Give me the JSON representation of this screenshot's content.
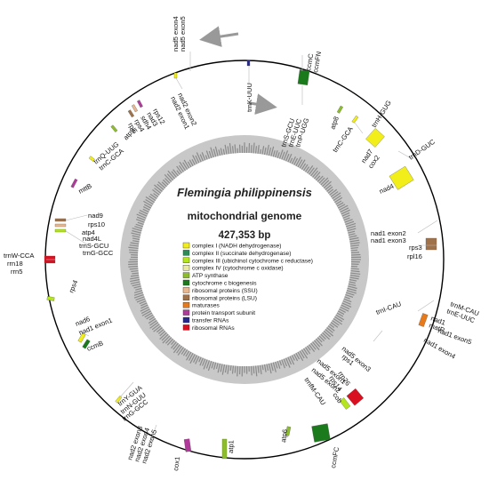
{
  "genome": {
    "species": "Flemingia philippinensis",
    "type": "mitochondrial genome",
    "size": "427,353 bp"
  },
  "colors": {
    "complex_I": "#f2ee1a",
    "complex_II": "#2e8b57",
    "complex_III": "#b5e61d",
    "complex_IV": "#e8eaa0",
    "atp_synthase": "#8cbe2a",
    "cyt_c_biogenesis": "#1b7a1b",
    "ribo_ssu": "#e8b890",
    "ribo_lsu": "#a0724a",
    "maturases": "#e87a1a",
    "protein_transport": "#b03a9a",
    "trna": "#28288c",
    "rrna": "#d81020",
    "gc_content": "#8a8a8a",
    "ring_fill": "#c8c8c8"
  },
  "legend": [
    {
      "key": "complex_I",
      "label": "complex I (NADH dehydrogenase)"
    },
    {
      "key": "complex_II",
      "label": "complex II (succinate dehydrogenase)"
    },
    {
      "key": "complex_III",
      "label": "complex III (ubichinol cytochrome c reductase)"
    },
    {
      "key": "complex_IV",
      "label": "complex IV (cytochrome c oxidase)"
    },
    {
      "key": "atp_synthase",
      "label": "ATP synthase"
    },
    {
      "key": "cyt_c_biogenesis",
      "label": "cytochrome c biogenesis"
    },
    {
      "key": "ribo_ssu",
      "label": "ribosomal proteins (SSU)"
    },
    {
      "key": "ribo_lsu",
      "label": "ribosomal proteins (LSU)"
    },
    {
      "key": "maturases",
      "label": "maturases"
    },
    {
      "key": "protein_transport",
      "label": "protein transport subunit"
    },
    {
      "key": "trna",
      "label": "transfer RNAs"
    },
    {
      "key": "rrna",
      "label": "ribosomal RNAs"
    }
  ],
  "gene_labels": [
    "nad5 exon4",
    "nad5 exon5",
    "ccmC",
    "ccmFN",
    "trnK-UUU",
    "nad2 exon2",
    "nad2 exon1",
    "rps12",
    "nad3",
    "sdh4",
    "rps4",
    "rpl5",
    "atp9",
    "trnS-GCU",
    "trnE-UUC",
    "trnP-UGG",
    "atp8",
    "trnH-GUG",
    "trnC-GCA",
    "trnQ-UUG",
    "trnC-GCA",
    "nad7",
    "cox2",
    "trnD-GUC",
    "mttB",
    "nad4",
    "nad9",
    "rps10",
    "atp4",
    "nad4L",
    "trnS-GCU",
    "trnG-GCC",
    "nad1 exon2",
    "nad1 exon3",
    "rps3",
    "rpl16",
    "trnW-CCA",
    "rrn18",
    "rrn5",
    "rps4",
    "trnI-CAU",
    "trnM-CAU",
    "trnE-UUC",
    "nad1",
    "matR",
    "nad1 exon5",
    "nad1 exon4",
    "nad6",
    "nad1 exon1",
    "ccmB",
    "nad5 exon3",
    "rps1",
    "nad5 exon1",
    "nad5 exon2",
    "trnY-GUA",
    "trnN-GUU",
    "trnG-GCC",
    "trnfM-CAU",
    "rrn26",
    "rps14",
    "cob",
    "atp1",
    "atp6",
    "ccmFC",
    "nad2 exon3",
    "nad2 exon4",
    "nad2 exon5",
    "cox1"
  ]
}
